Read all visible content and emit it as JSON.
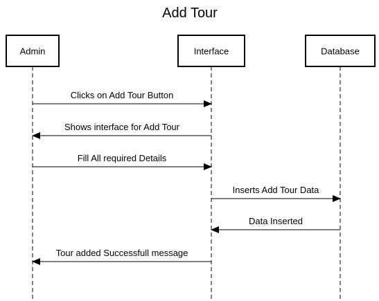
{
  "diagram": {
    "title": "Add Tour",
    "participants": [
      {
        "id": "admin",
        "label": "Admin"
      },
      {
        "id": "interface",
        "label": "Interface"
      },
      {
        "id": "database",
        "label": "Database"
      }
    ],
    "messages": [
      {
        "from": "admin",
        "to": "interface",
        "label": "Clicks on Add Tour Button"
      },
      {
        "from": "interface",
        "to": "admin",
        "label": "Shows interface for Add Tour"
      },
      {
        "from": "admin",
        "to": "interface",
        "label": "Fill All required Details"
      },
      {
        "from": "interface",
        "to": "database",
        "label": "Inserts Add Tour Data"
      },
      {
        "from": "database",
        "to": "interface",
        "label": "Data Inserted"
      },
      {
        "from": "interface",
        "to": "admin",
        "label": "Tour added Successfull message"
      }
    ],
    "colors": {
      "line": "#000000",
      "text": "#000000",
      "box_fill": "#ffffff"
    }
  }
}
